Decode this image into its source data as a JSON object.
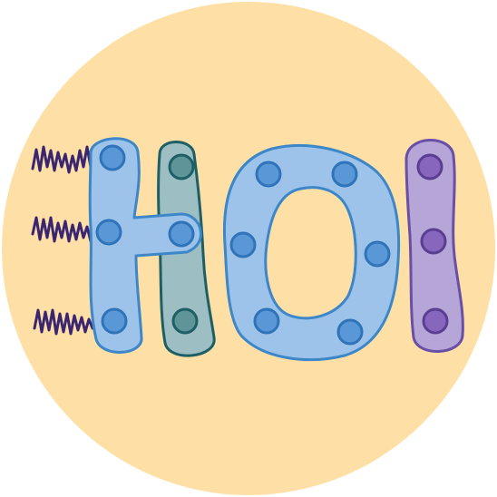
{
  "logo": {
    "lettering": "HOI",
    "colors": {
      "background_circle": "#FEE0A6",
      "h_fill": "#9DC3EA",
      "h_stroke": "#3D87C9",
      "bar_fill": "#9DBFC3",
      "bar_stroke": "#1E5F66",
      "o_fill": "#9DC3EA",
      "o_stroke": "#3D87C9",
      "i_fill": "#B6A6D8",
      "i_stroke": "#6A4FA6",
      "dot_blue": "#5A97D6",
      "dot_blue_stroke": "#2F73B8",
      "dot_teal": "#5F9499",
      "dot_teal_stroke": "#1E5F66",
      "dot_purple": "#8767BE",
      "dot_purple_stroke": "#5A3E92",
      "squiggle": "#3A2570"
    },
    "icons": [
      "badge-circle",
      "letter-h-shape",
      "letter-o-shape",
      "letter-i-shape",
      "squiggle-icon",
      "dot-icon"
    ]
  }
}
